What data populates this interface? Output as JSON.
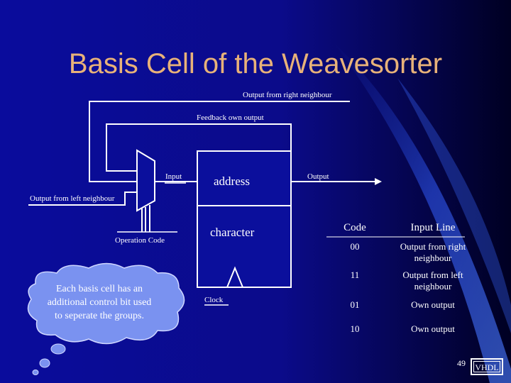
{
  "slide": {
    "title": "Basis Cell of the Weavesorter",
    "page_number": "49",
    "vhdl_label": "VHDL"
  },
  "diagram": {
    "labels": {
      "output_right": "Output from right neighbour",
      "feedback": "Feedback own output",
      "input": "Input",
      "address": "address",
      "output": "Output",
      "output_left": "Output from left neighbour",
      "character": "character",
      "operation_code": "Operation Code",
      "clock": "Clock"
    },
    "callout": "Each basis cell has an additional control bit used to seperate the groups."
  },
  "table": {
    "headers": [
      "Code",
      "Input Line"
    ],
    "rows": [
      {
        "code": "00",
        "line": "Output from right neighbour"
      },
      {
        "code": "11",
        "line": "Output from left neighbour"
      },
      {
        "code": "01",
        "line": "Own output"
      },
      {
        "code": "10",
        "line": "Own output"
      }
    ]
  },
  "colors": {
    "background_start": "#0a0a9e",
    "background_end": "#000033",
    "title": "#e8b279",
    "text": "#ffffff",
    "accent_band": "#2c50e8"
  }
}
